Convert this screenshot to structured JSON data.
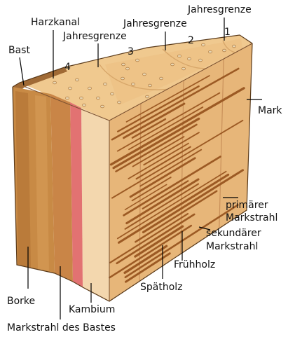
{
  "labels": {
    "jahresgrenze_top": "Jahresgrenze",
    "harzkanal": "Harzkanal",
    "jahresgrenze_mid": "Jahresgrenze",
    "jahresgrenze_left": "Jahresgrenze",
    "bast": "Bast",
    "mark": "Mark",
    "primaerer_markstrahl_1": "primärer",
    "primaerer_markstrahl_2": "Markstrahl",
    "sekundaerer_markstrahl_1": "sekundärer",
    "sekundaerer_markstrahl_2": "Markstrahl",
    "fruehholz": "Frühholz",
    "spaetholz": "Spätholz",
    "borke": "Borke",
    "kambium": "Kambium",
    "markstrahl_des_bastes": "Markstrahl des Bastes"
  },
  "ring_numbers": [
    "1",
    "2",
    "3",
    "4"
  ],
  "colors": {
    "wood_light": "#f2cf9a",
    "wood_face": "#eec08a",
    "wood_dark": "#a8692c",
    "bark": "#c88a45",
    "bark_dark": "#7a4a1f",
    "cambium": "#e06a6a",
    "bast": "#d9a36b",
    "line": "#000000"
  }
}
